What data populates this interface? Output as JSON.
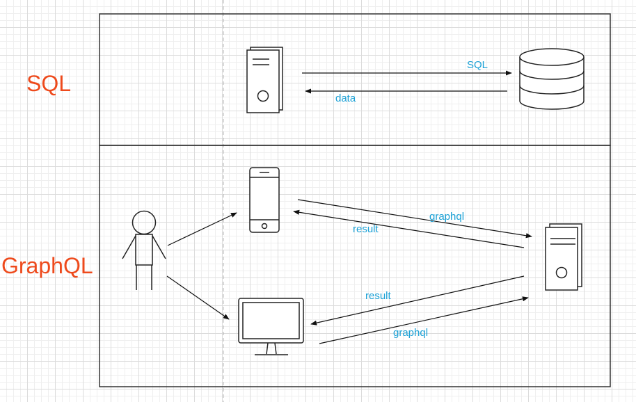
{
  "sections": {
    "sql": {
      "label": "SQL"
    },
    "graphql": {
      "label": "GraphQL"
    }
  },
  "edges": {
    "sql_query": "SQL",
    "sql_data": "data",
    "phone_graphql": "graphql",
    "phone_result": "result",
    "monitor_result": "result",
    "monitor_graphql": "graphql"
  },
  "colors": {
    "section_label": "#ee4a1c",
    "edge_label": "#1ba1d6",
    "grid": "#dcdcdc",
    "stroke": "#222222"
  },
  "icons": [
    "server-icon",
    "database-icon",
    "user-icon",
    "phone-icon",
    "monitor-icon"
  ]
}
